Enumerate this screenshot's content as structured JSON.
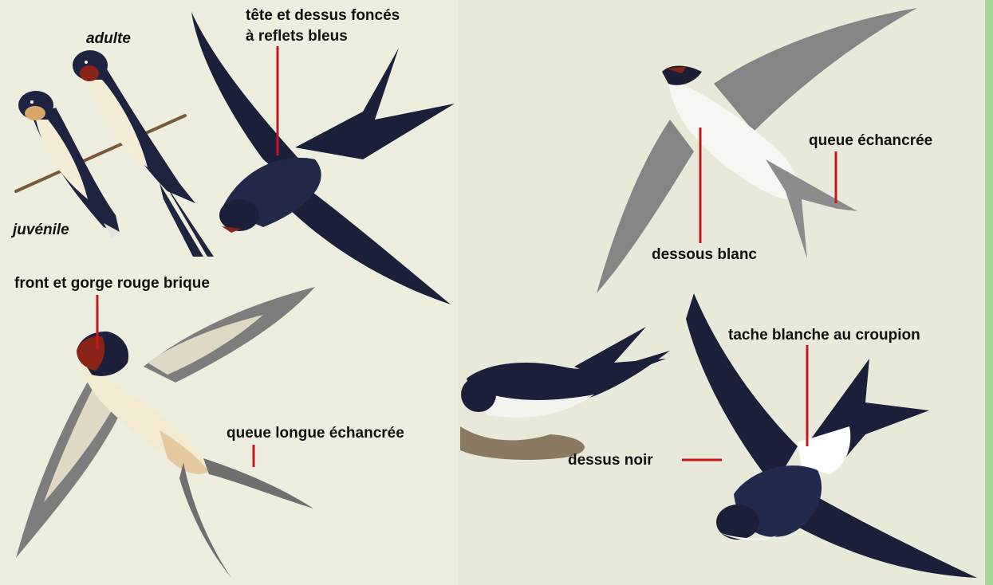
{
  "colors": {
    "panel_left": "#eeeede",
    "panel_right": "#e9e9da",
    "accent_strip": "#a6d79a",
    "leader_line": "#c8161d",
    "plumage_dark": "#1b1f3a",
    "brick_red": "#8a2418",
    "belly_cream": "#f3ead2",
    "wing_grey": "#7d7d7d"
  },
  "left": {
    "label_adult": "adulte",
    "label_juvenile": "juvénile",
    "label_head": "tête et dessus foncés",
    "label_head_2": "à reflets bleus",
    "label_throat": "front et gorge rouge brique",
    "label_tail": "queue longue échancrée"
  },
  "right": {
    "label_tail": "queue échancrée",
    "label_under": "dessous blanc",
    "label_rump": "tache blanche au croupion",
    "label_back": "dessus noir"
  }
}
